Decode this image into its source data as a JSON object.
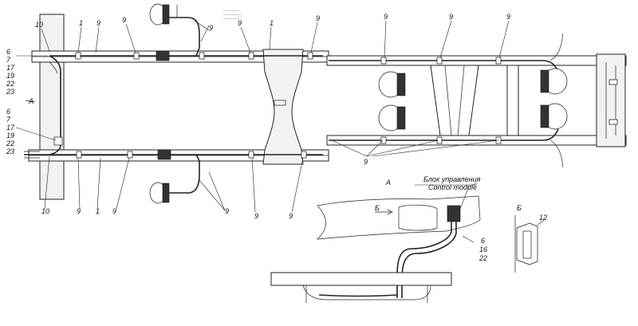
{
  "diagram": {
    "labels": {
      "n1": "1",
      "n6": "6",
      "n7": "7",
      "n9": "9",
      "n10": "10",
      "n12": "12",
      "n16": "16",
      "n17": "17",
      "n19": "19",
      "n22": "22",
      "n23": "23",
      "view_a": "A",
      "view_b": "Б",
      "control_ru": "Блок управления",
      "control_en": "Control module"
    }
  }
}
